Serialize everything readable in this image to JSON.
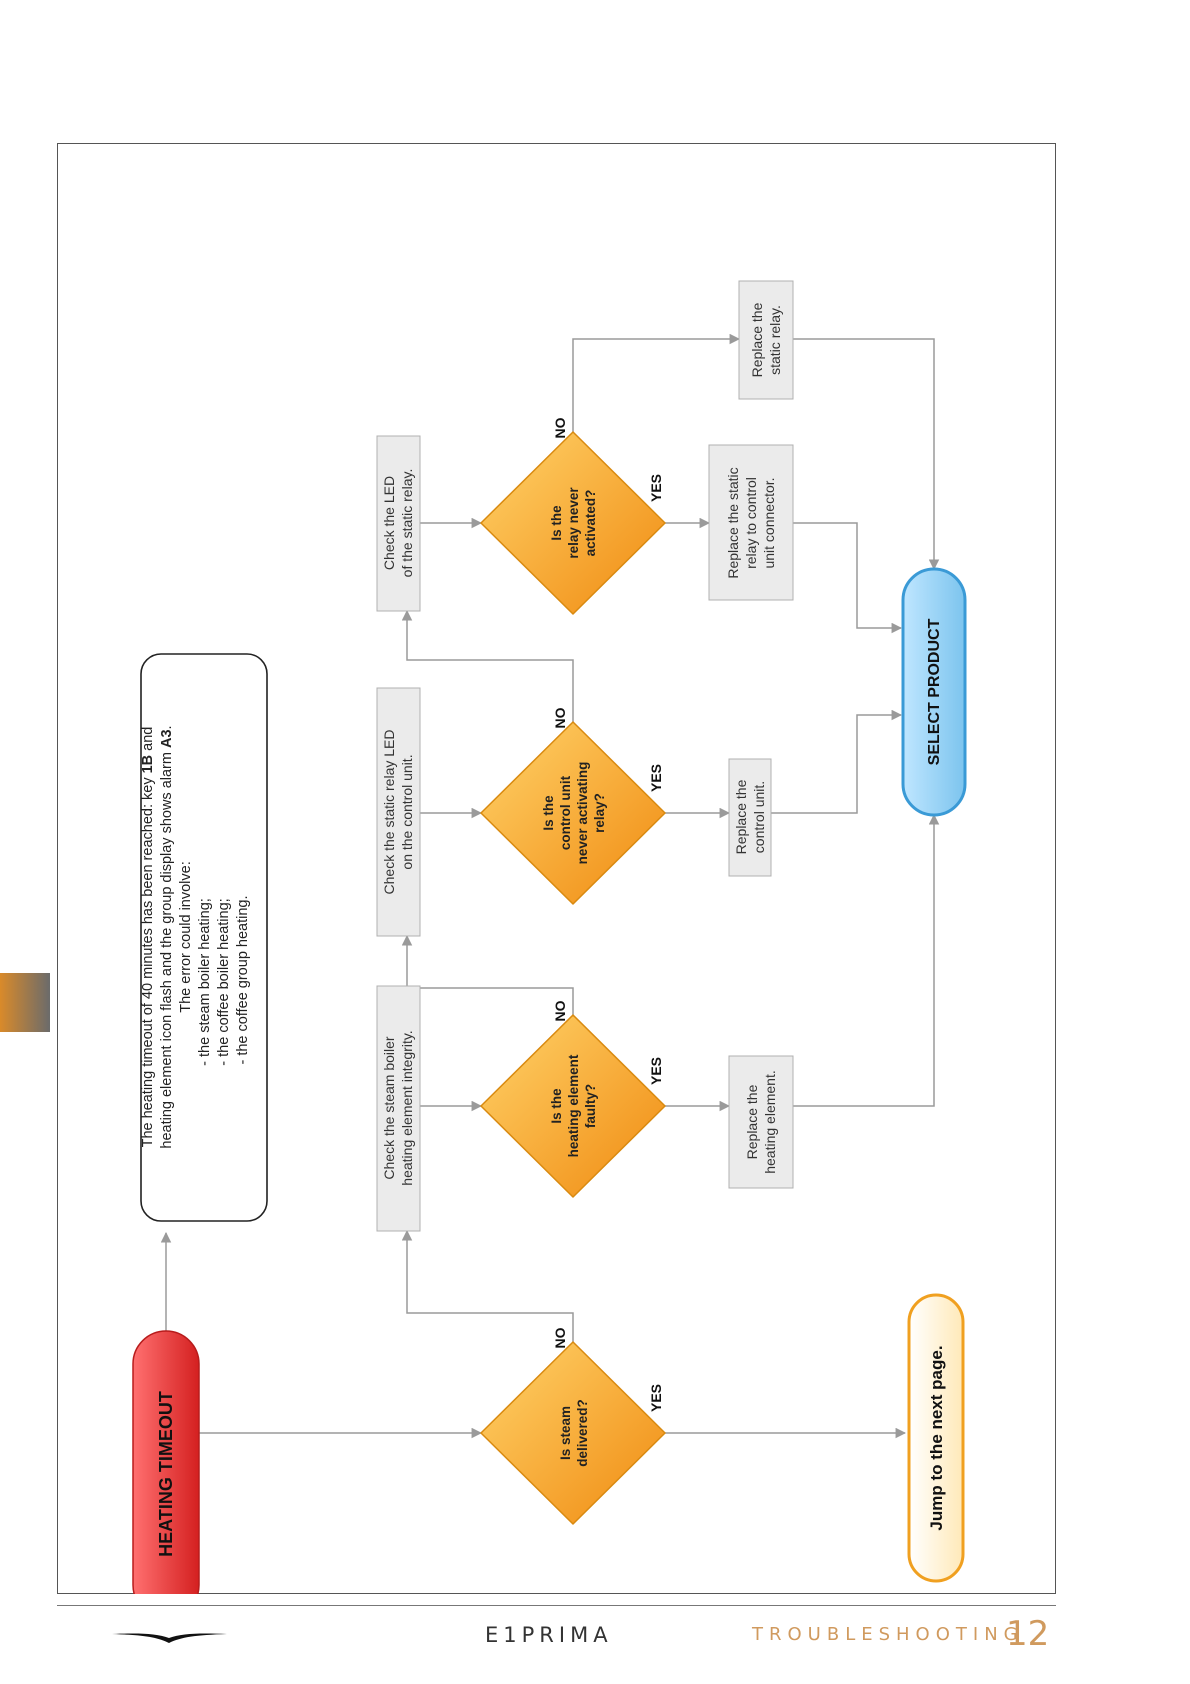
{
  "start": "HEATING TIMEOUT",
  "info": [
    "The heating timeout of 40 minutes has been reached: key ",
    "1B",
    " and",
    "heating element icon flash and the group display shows alarm ",
    "A3",
    ".",
    "The error could involve:",
    "- the steam boiler heating;",
    "- the coffee boiler heating;",
    "- the coffee group heating."
  ],
  "decisions": [
    [
      "Is steam",
      "delivered?"
    ],
    [
      "Is the",
      "heating element",
      "faulty?"
    ],
    [
      "Is the",
      "control unit",
      "never activating",
      "relay?"
    ],
    [
      "Is the",
      "relay never",
      "activated?"
    ]
  ],
  "checks": [
    [
      "Check the steam boiler",
      "heating element integrity."
    ],
    [
      "Check the static relay LED",
      "on the control unit."
    ],
    [
      "Check the LED",
      "of the static relay."
    ]
  ],
  "actions": [
    [
      "Replace the",
      "heating element."
    ],
    [
      "Replace the",
      "control unit."
    ],
    [
      "Replace the static",
      "relay to control",
      "unit connector."
    ],
    [
      "Replace the",
      "static relay."
    ]
  ],
  "yes": "YES",
  "no": "NO",
  "terminal_select": "SELECT PRODUCT",
  "terminal_jump": "Jump to the next page.",
  "footer": {
    "brand": "E1PRIMA",
    "section": "TROUBLESHOOTING",
    "page": "12"
  },
  "colors": {
    "red": "#e23a3a",
    "orange": "#f5a623",
    "blue": "#4aa8de",
    "gray_box": "#ebebeb",
    "accent": "#d09a5e"
  }
}
